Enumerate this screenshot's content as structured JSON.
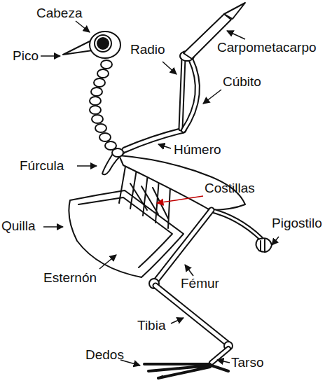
{
  "diagram": {
    "labels": [
      "Cabeza",
      "Pico",
      "Radio",
      "Carpometacarpo",
      "Cúbito",
      "Húmero",
      "Fúrcula",
      "Costillas",
      "Pigostilo",
      "Quilla",
      "Esternón",
      "Fémur",
      "Tibia",
      "Dedos",
      "Tarso"
    ]
  }
}
